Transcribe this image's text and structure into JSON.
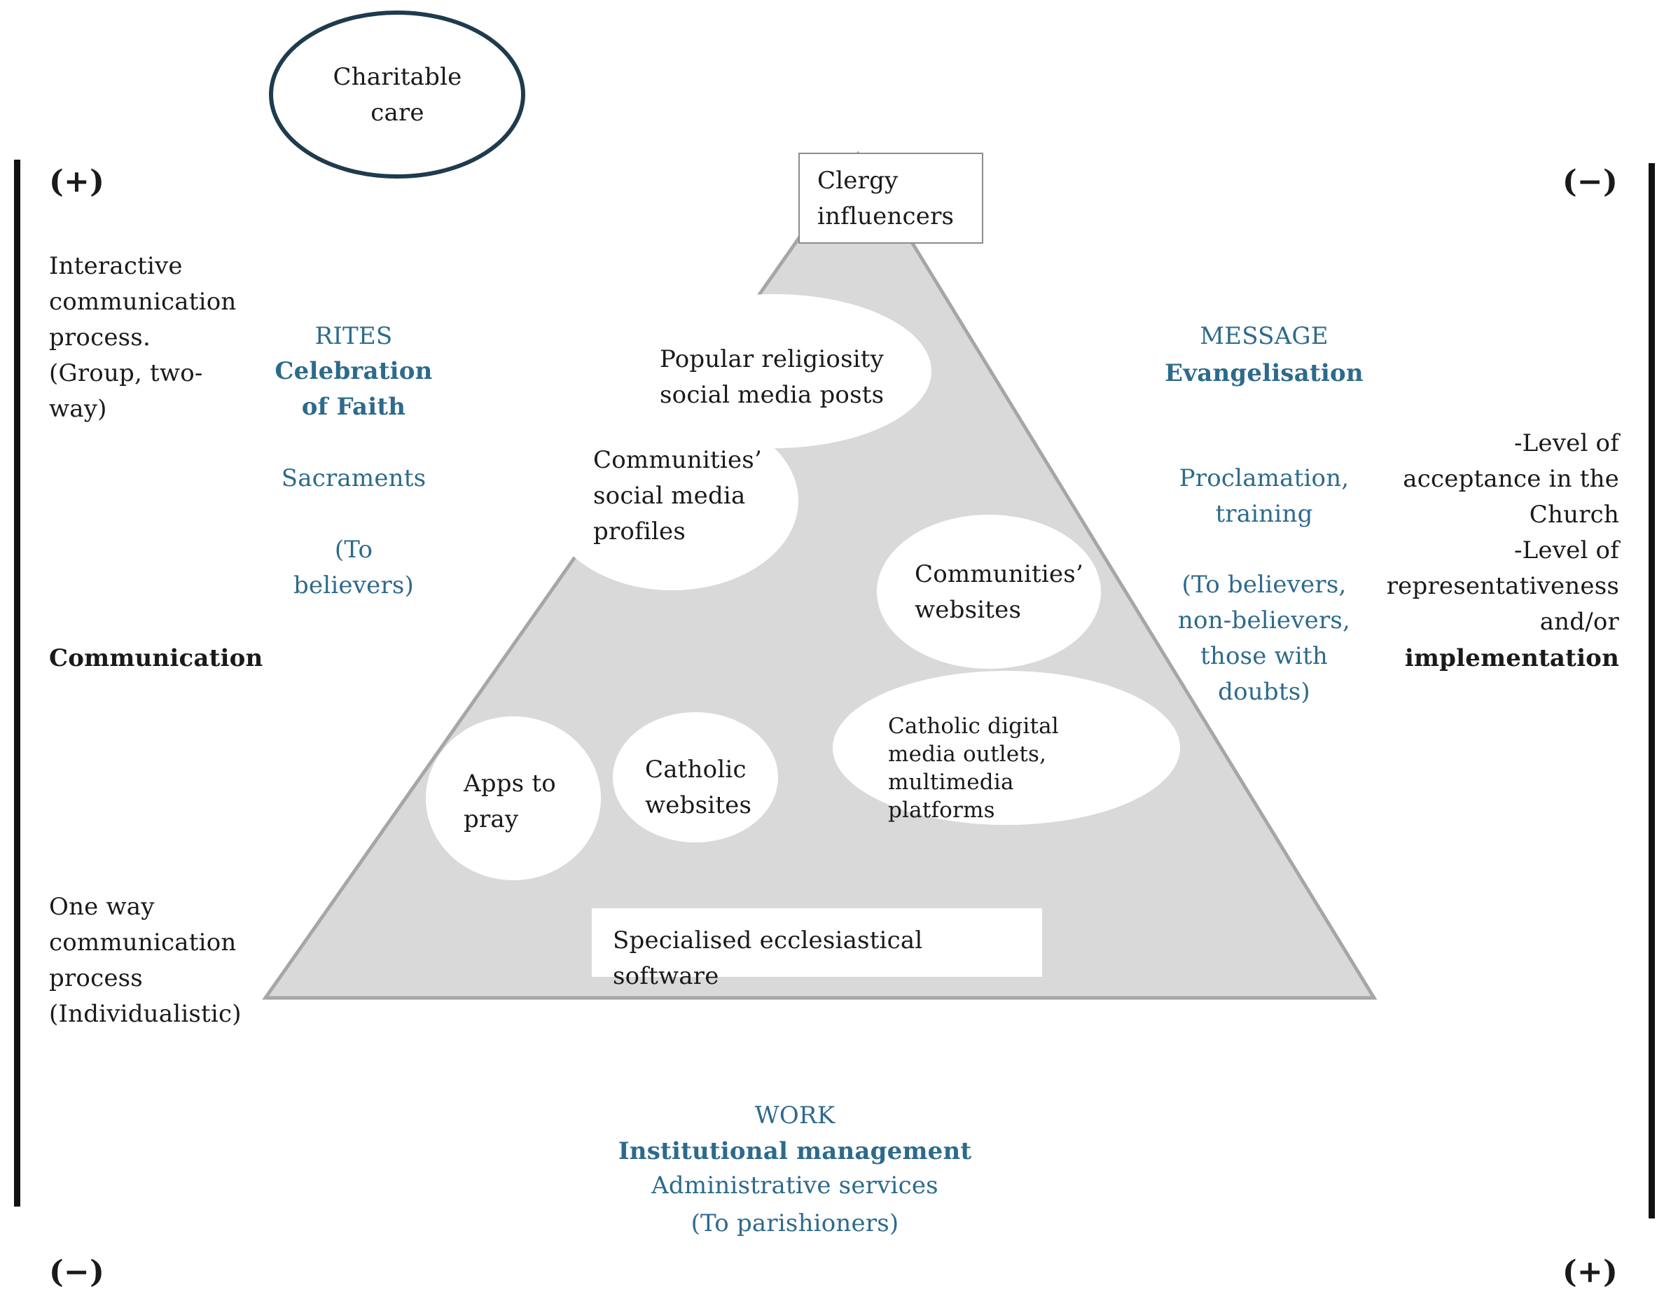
{
  "colors": {
    "triangle_fill": "#d9d9d9",
    "triangle_stroke": "#a6a6a6",
    "accent_blue": "#2d6a8c",
    "text": "#1a1a1a",
    "axis_bar": "#111111"
  },
  "diagram": {
    "charitable_care": "Charitable\ncare",
    "clergy_influencers": "Clergy\ninfluencers",
    "popular_religiosity": "Popular religiosity\nsocial media posts",
    "communities_profiles": "Communities’\nsocial media\nprofiles",
    "communities_websites": "Communities’\nwebsites",
    "catholic_digital": "Catholic digital\nmedia outlets,\nmultimedia platforms",
    "apps_to_pray": "Apps to\npray",
    "catholic_websites": "Catholic\nwebsites",
    "ecclesiastical_software": "Specialised ecclesiastical software"
  },
  "left_axis": {
    "top_sign": "(+)",
    "bottom_sign": "(−)",
    "interactive": "Interactive\ncommunication\nprocess.\n (Group, two-\nway)",
    "communication": "Communication",
    "one_way": "One way\ncommunication\nprocess\n(Individualistic)"
  },
  "right_axis": {
    "top_sign": "(−)",
    "bottom_sign": "(+)",
    "levels": "-Level of\nacceptance in the\nChurch\n-Level of\nrepresentativeness\nand/or",
    "implementation": "implementation"
  },
  "rites": {
    "title": "RITES",
    "subtitle": "Celebration\nof Faith",
    "sacraments": "Sacraments",
    "audience": "(To\nbelievers)"
  },
  "message": {
    "title": "MESSAGE",
    "subtitle": "Evangelisation",
    "proclamation": "Proclamation,\ntraining",
    "audience": "(To believers,\nnon-believers,\nthose with\ndoubts)"
  },
  "work": {
    "title": "WORK",
    "line1": "Institutional management",
    "line2": "Administrative services",
    "audience": "(To parishioners)"
  }
}
